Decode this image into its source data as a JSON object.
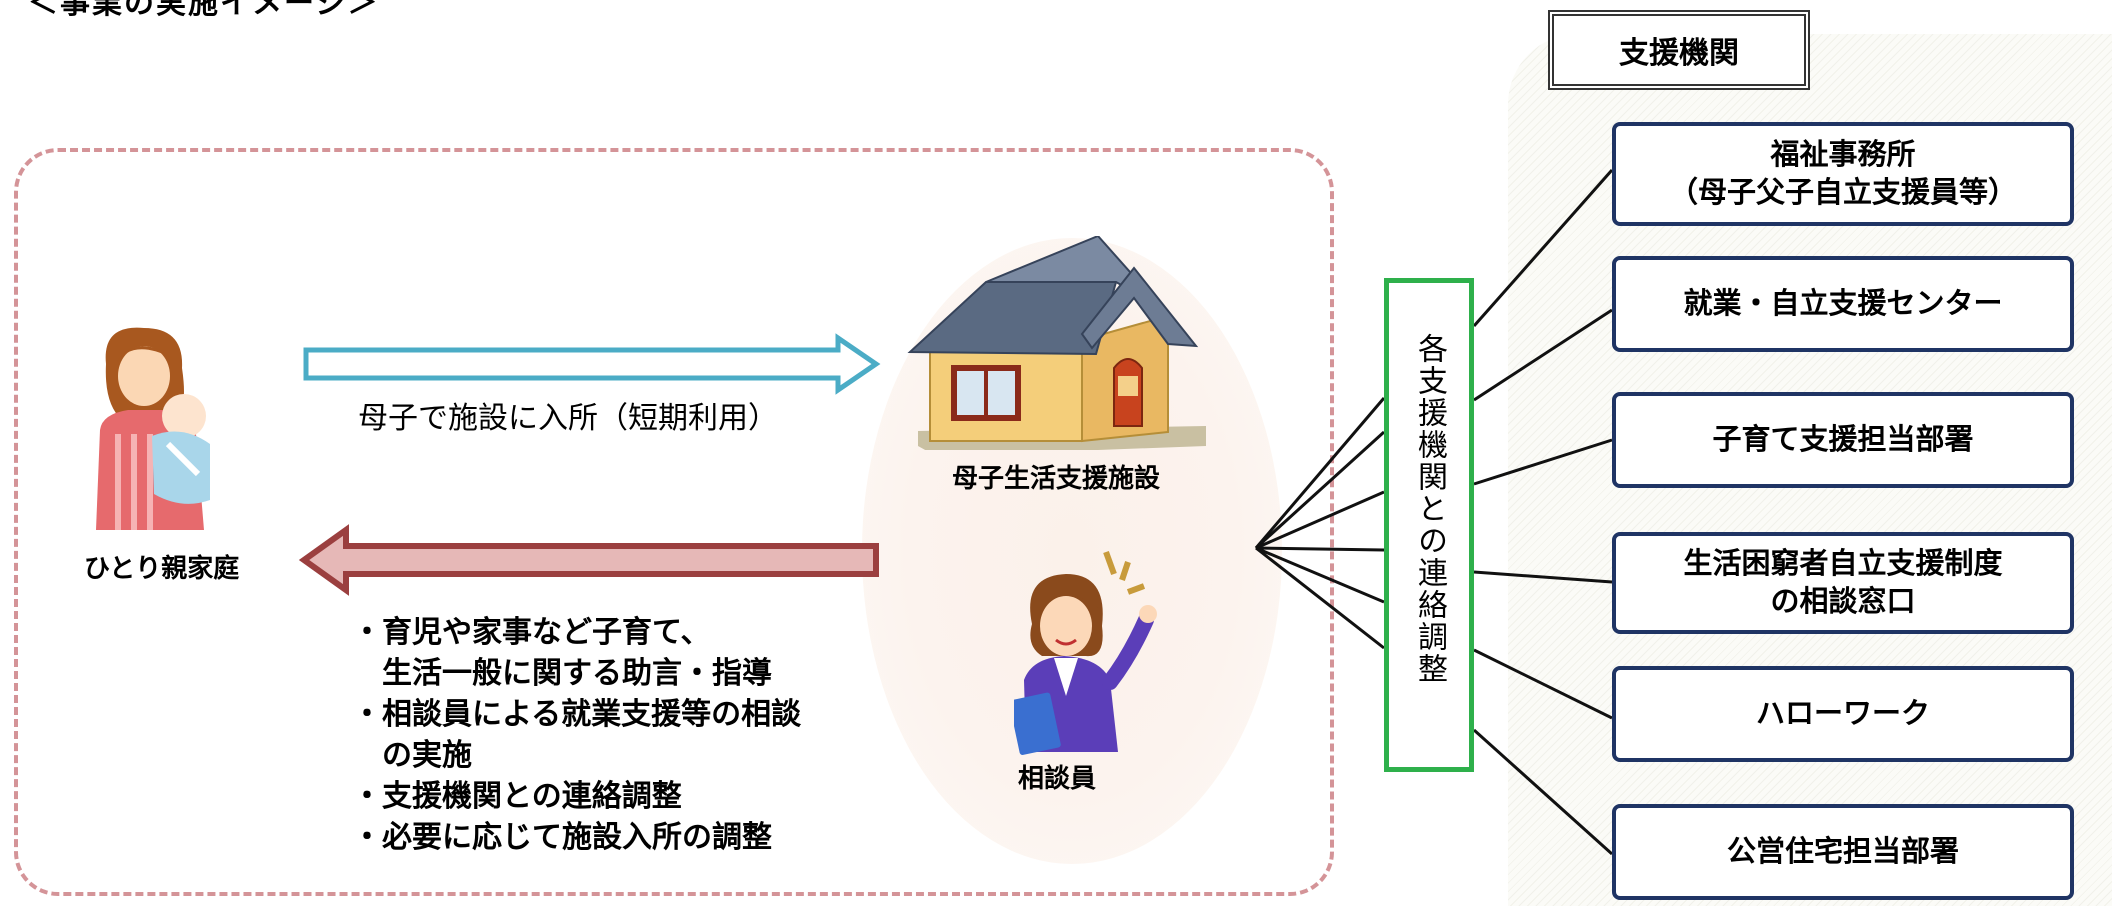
{
  "header": {
    "title": "＜事業の実施イメージ＞"
  },
  "flow": {
    "forward_label": "母子で施設に入所（短期利用）",
    "facility_label": "母子生活支援施設",
    "family_label": "ひとり親家庭",
    "counselor_label": "相談員",
    "services": [
      "・育児や家事など子育て、",
      "　生活一般に関する助言・指導",
      "・相談員による就業支援等の相談",
      "　の実施",
      "・支援機関との連絡調整",
      "・必要に応じて施設入所の調整"
    ]
  },
  "coordination": {
    "label": "各支援機関との連絡調整"
  },
  "agencies": {
    "header": "支援機関",
    "items": [
      {
        "line1": "福祉事務所",
        "line2": "（母子父子自立支援員等）"
      },
      {
        "line1": "就業・自立支援センター",
        "line2": ""
      },
      {
        "line1": "子育て支援担当部署",
        "line2": ""
      },
      {
        "line1": "生活困窮者自立支援制度",
        "line2": "の相談窓口"
      },
      {
        "line1": "ハローワーク",
        "line2": ""
      },
      {
        "line1": "公営住宅担当部署",
        "line2": ""
      }
    ]
  },
  "colors": {
    "dashed_border": "#d49498",
    "forward_arrow": "#4bacc6",
    "back_arrow": "#9b3f3f",
    "back_arrow_fill": "#e6b8b7",
    "coord_border": "#2eb04b",
    "agency_border": "#1f3464"
  },
  "icons": [
    "house-icon",
    "mother-baby-icon",
    "counselor-icon"
  ]
}
